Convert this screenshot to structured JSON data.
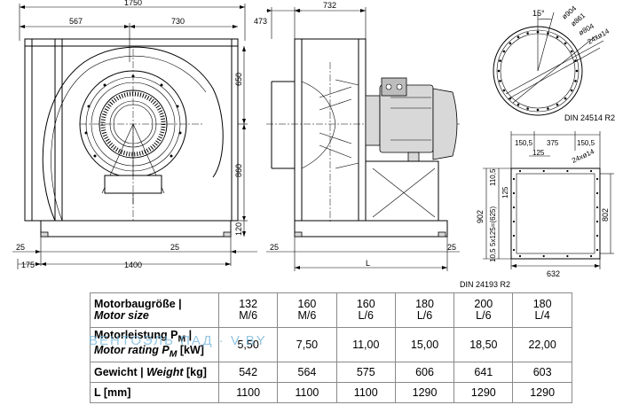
{
  "front_view": {
    "dims": {
      "overall_width": "1750",
      "left_part": "567",
      "right_part": "730",
      "height_top": "650",
      "height_mid": "860",
      "base_height": "120",
      "left_off": "25",
      "right_off": "25",
      "foot_offset": "175",
      "foot_span": "1400"
    }
  },
  "side_view": {
    "dims": {
      "inlet_depth": "473",
      "housing_depth": "732",
      "left_off": "25",
      "right_off": "25",
      "length_label": "L"
    }
  },
  "flange_round": {
    "dims": {
      "angle": "15°",
      "dia_outer": "ø904",
      "dia_mid": "ø861",
      "dia_inner": "ø804",
      "holes": "24xø14"
    },
    "standard": "DIN 24514 R2"
  },
  "flange_rect": {
    "dims": {
      "top_left": "150,5",
      "top_mid": "375",
      "top_right": "150,5",
      "top_pitch": "125",
      "holes": "24xø14",
      "side_top": "110,5",
      "side_pitch": "125",
      "side_series": "5x125=(625)",
      "side_bottom": "10,5",
      "overall_h": "902",
      "inner_h": "802",
      "width": "632"
    },
    "standard": "DIN 24193 R2"
  },
  "table": {
    "rows": [
      {
        "label": "Motorbaugröße |",
        "label_en": "Motor size",
        "values": [
          [
            "132",
            "M/6"
          ],
          [
            "160",
            "M/6"
          ],
          [
            "160",
            "L/6"
          ],
          [
            "180",
            "L/6"
          ],
          [
            "200",
            "L/6"
          ],
          [
            "180",
            "L/4"
          ]
        ]
      },
      {
        "label": "Motorleistung P",
        "label_sub": "M",
        "label_tail": " |",
        "label_en": "Motor rating P",
        "label_en_sub": "M",
        "label_en_tail": " [kW]",
        "values": [
          "5,50",
          "7,50",
          "11,00",
          "15,00",
          "18,50",
          "22,00"
        ]
      },
      {
        "label": "Gewicht | ",
        "label_en": "Weight",
        "label_tail": " [kg]",
        "values": [
          "542",
          "564",
          "575",
          "606",
          "641",
          "603"
        ]
      },
      {
        "label": "L [mm]",
        "values": [
          "1100",
          "1100",
          "1100",
          "1290",
          "1290",
          "1290"
        ]
      }
    ]
  },
  "watermark": "ВЕНТОЭЛЬ ПАД · V.BY"
}
